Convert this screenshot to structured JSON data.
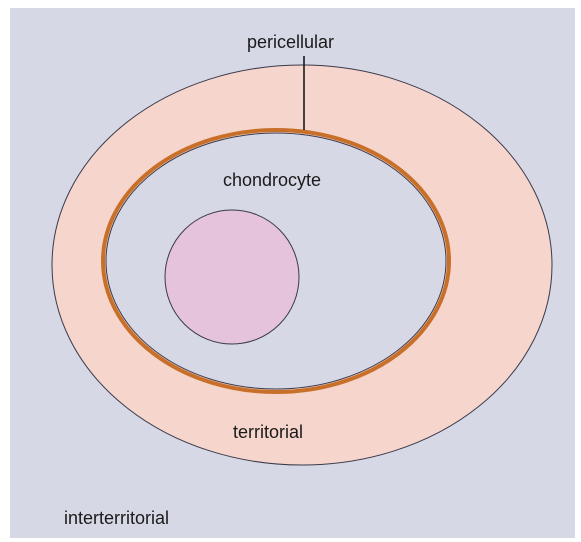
{
  "labels": {
    "pericellular": "pericellular",
    "chondrocyte": "chondrocyte",
    "territorial": "territorial",
    "interterritorial": "interterritorial"
  },
  "colors": {
    "background": "#d6d8e6",
    "territorial_fill": "#f6d6cc",
    "pericellular_ring": "#c8702a",
    "chondrocyte_fill": "#d6d8e6",
    "nucleus_fill": "#e6c3dc",
    "outline": "#3a3a4a"
  }
}
